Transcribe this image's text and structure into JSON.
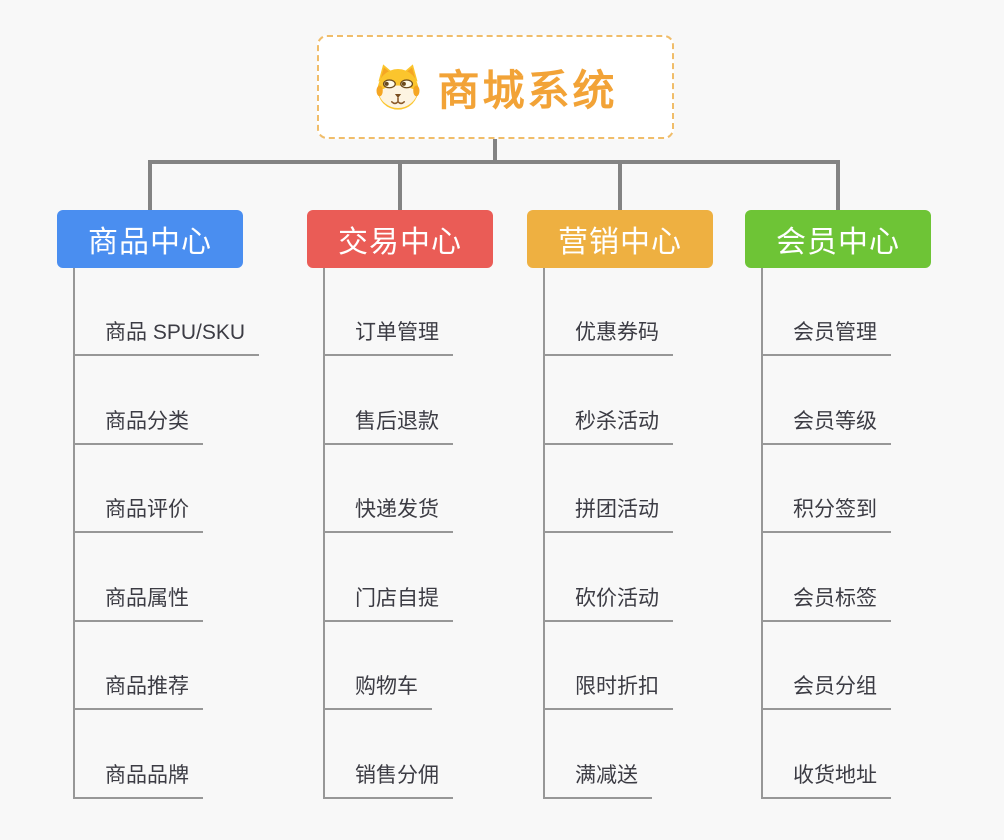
{
  "root": {
    "title": "商城系统",
    "icon": "dog-face-icon",
    "accent_color": "#f2a337",
    "border_color": "#f0bd6a"
  },
  "connector_color": "#838383",
  "leaf_line_color": "#979797",
  "background_color": "#f8f8f8",
  "branches": [
    {
      "label": "商品中心",
      "color": "#4a8ef0",
      "items": [
        "商品 SPU/SKU",
        "商品分类",
        "商品评价",
        "商品属性",
        "商品推荐",
        "商品品牌"
      ]
    },
    {
      "label": "交易中心",
      "color": "#ea5c56",
      "items": [
        "订单管理",
        "售后退款",
        "快递发货",
        "门店自提",
        "购物车",
        "销售分佣"
      ]
    },
    {
      "label": "营销中心",
      "color": "#eeb041",
      "items": [
        "优惠券码",
        "秒杀活动",
        "拼团活动",
        "砍价活动",
        "限时折扣",
        "满减送"
      ]
    },
    {
      "label": "会员中心",
      "color": "#6ec436",
      "items": [
        "会员管理",
        "会员等级",
        "积分签到",
        "会员标签",
        "会员分组",
        "收货地址"
      ]
    }
  ]
}
